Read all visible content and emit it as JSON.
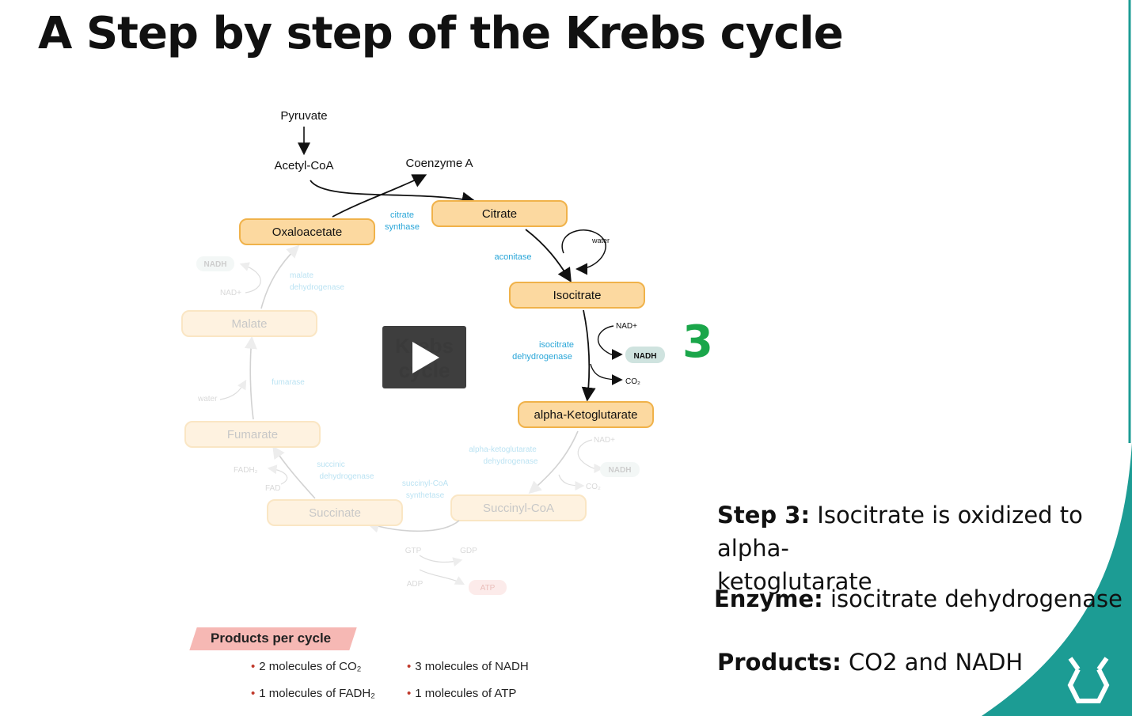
{
  "slide": {
    "title": "A Step by step of the Krebs cycle",
    "step_number": "3"
  },
  "diagram": {
    "pyruvate": "Pyruvate",
    "acetyl_coa": "Acetyl-CoA",
    "coenzyme_a": "Coenzyme A",
    "citrate": "Citrate",
    "citrate_synthase_1": "citrate",
    "citrate_synthase_2": "synthase",
    "water_top": "water",
    "aconitase": "aconitase",
    "isocitrate": "Isocitrate",
    "nad_plus_1": "NAD+",
    "nadh_1": "NADH",
    "co2_1": "CO₂",
    "isocitrate_dh_1": "isocitrate",
    "isocitrate_dh_2": "dehydrogenase",
    "alpha_kg": "alpha-Ketoglutarate",
    "nad_plus_2": "NAD+",
    "nadh_2": "NADH",
    "co2_2": "CO₂",
    "akg_dh_1": "alpha-ketoglutarate",
    "akg_dh_2": "dehydrogenase",
    "succinyl_coa": "Succinyl-CoA",
    "succinyl_syn_1": "succinyl-CoA",
    "succinyl_syn_2": "synthetase",
    "gtp": "GTP",
    "gdp": "GDP",
    "adp": "ADP",
    "atp": "ATP",
    "succinate": "Succinate",
    "succinic_dh_1": "succinic",
    "succinic_dh_2": "dehydrogenase",
    "fadh2": "FADH₂",
    "fad": "FAD",
    "fumarate": "Fumarate",
    "water_left": "water",
    "fumarase": "fumarase",
    "malate": "Malate",
    "nad_plus_3": "NAD+",
    "nadh_3": "NADH",
    "malate_dh_1": "malate",
    "malate_dh_2": "dehydrogenase",
    "oxaloacetate": "Oxaloacetate"
  },
  "video": {
    "overlay_text_1": "Krebs",
    "overlay_text_2": "cycle"
  },
  "products": {
    "label": "Products per cycle",
    "items": [
      "2 molecules of CO₂",
      "3 molecules of NADH",
      "1 molecules of FADH₂",
      "1 molecules of ATP"
    ]
  },
  "info": {
    "step_label": "Step 3:",
    "step_text": " Isocitrate is oxidized to alpha-",
    "step_text_2": "ketoglutarate",
    "enzyme_label": "Enzyme:",
    "enzyme_text": " isocitrate dehydrogenase",
    "products_label": "Products:",
    "products_text": " CO2 and NADH"
  },
  "colors": {
    "node_fill": "#fcd9a0",
    "node_stroke": "#f0b24a",
    "enzyme_blue": "#2aa6d8",
    "step_green": "#1aa64a",
    "teal_accent": "#1c9c94"
  }
}
